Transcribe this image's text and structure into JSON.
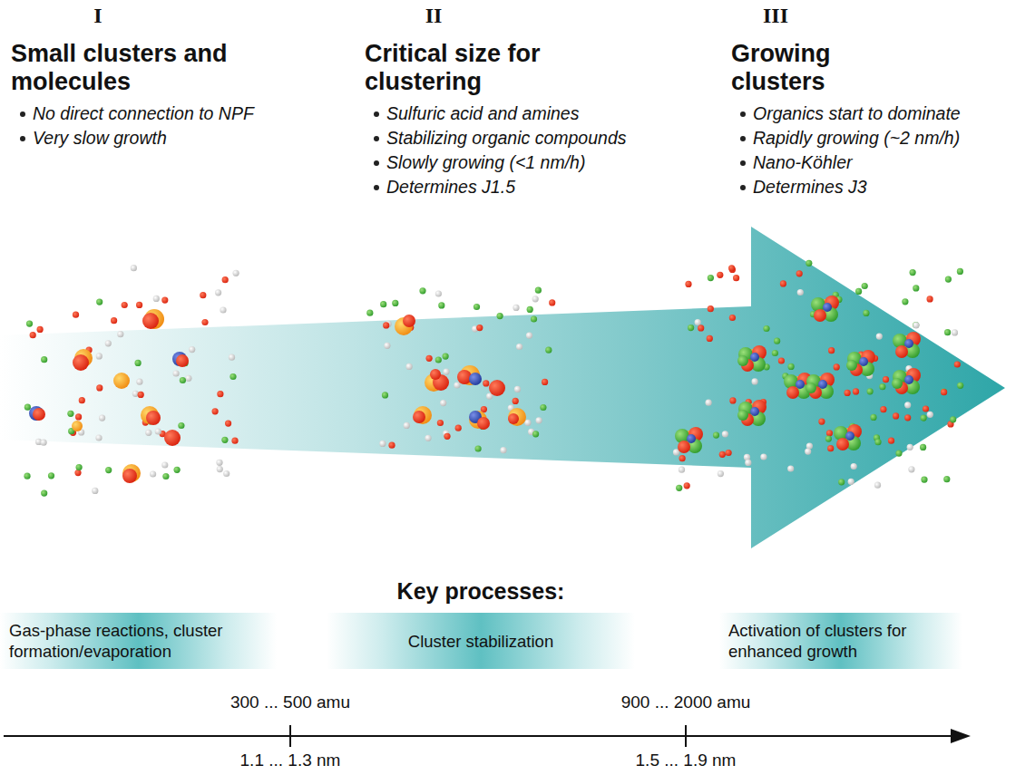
{
  "diagram": {
    "nodes": [
      {
        "text": [
          "Gas-phase reactions, cluster formation/evaporation"
        ]
      },
      {
        "text": [
          "Cluster stabilization"
        ]
      },
      {
        "text": [
          "Activation of clusters for enhanced growth"
        ]
      }
    ],
    "labels": [
      "I",
      "Small clusters and molecules",
      "No direct connection to NPF",
      "Very slow growth",
      "II",
      "Critical size for clustering",
      "Sulfuric acid and amines",
      "Stabilizing organic compounds",
      "Slowly growing (<1 nm/h)",
      "Determines J1.5",
      "III",
      "Growing clusters",
      "Organics start to dominate",
      "Rapidly growing (~2 nm/h)",
      "Nano-Köhler",
      "Determines J3",
      "Key processes:",
      "300 ... 500 amu",
      "1.1 ... 1.3 nm",
      "900 ... 2000 amu",
      "1.5 ... 1.9 nm"
    ]
  }
}
